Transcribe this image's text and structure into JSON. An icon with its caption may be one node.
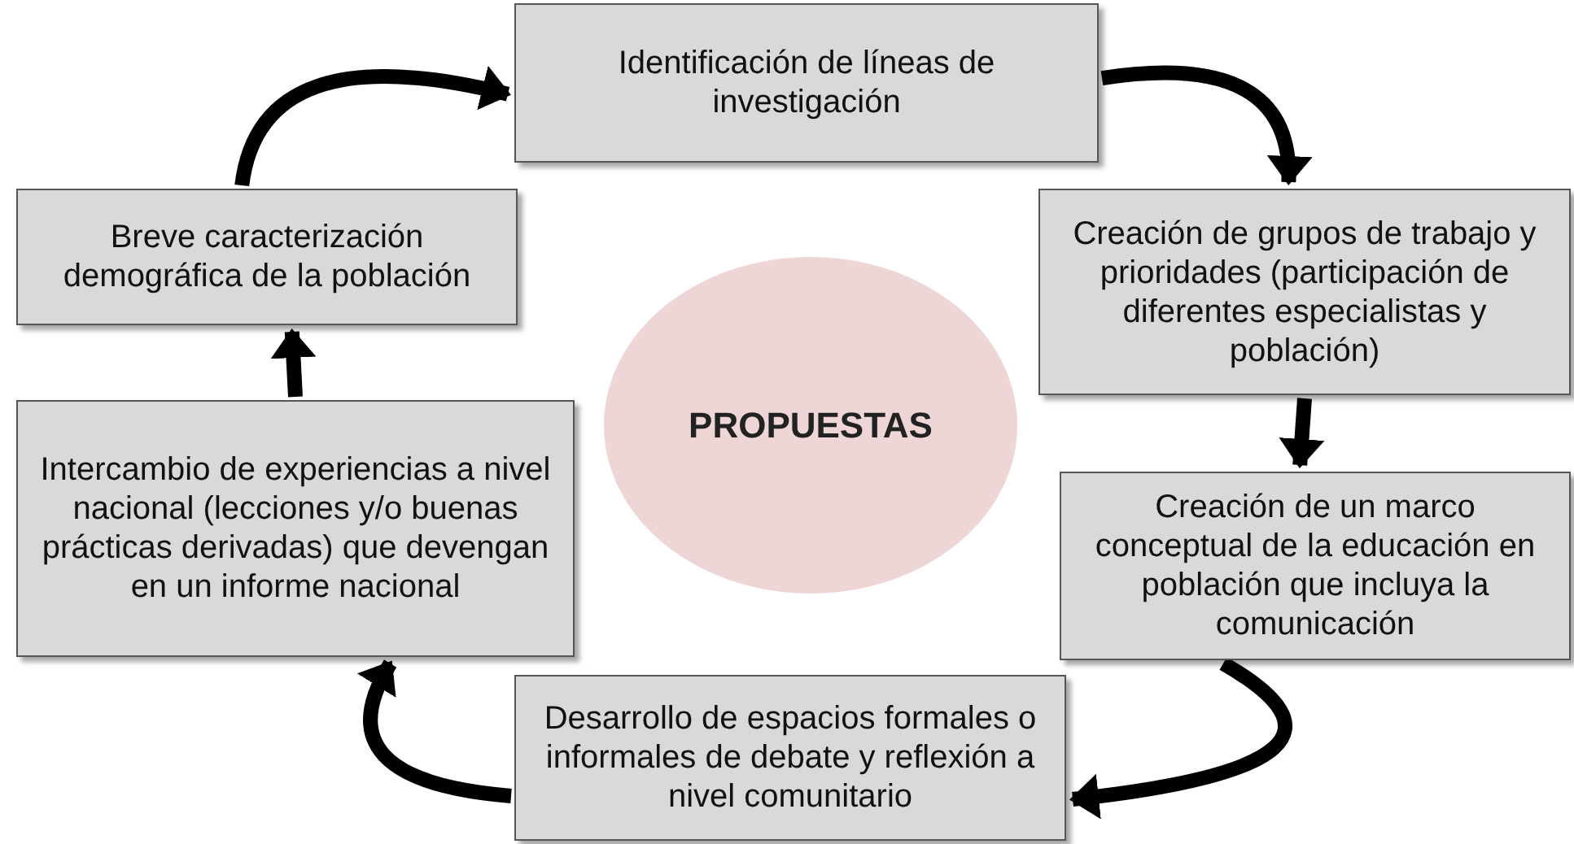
{
  "diagram": {
    "nodes": [
      {
        "text": [
          "Identificación de líneas de investigación"
        ]
      },
      {
        "text": [
          "Creación de grupos de trabajo y prioridades (participación de diferentes especialistas y población)"
        ]
      },
      {
        "text": [
          "Creación de un marco conceptual de la educación en población que incluya la comunicación"
        ]
      },
      {
        "text": [
          "Desarrollo de espacios formales o informales de debate y reflexión a nivel comunitario"
        ]
      },
      {
        "text": [
          "Intercambio de experiencias a nivel nacional (lecciones y/o buenas prácticas derivadas) que devengan en un informe nacional"
        ]
      },
      {
        "text": [
          "Breve caracterización demográfica de la población"
        ]
      },
      {
        "text": [
          "PROPUESTAS"
        ]
      }
    ],
    "edges": [
      {
        "from": 0,
        "to": 1,
        "arrow": "to"
      },
      {
        "from": 1,
        "to": 2,
        "arrow": "to"
      },
      {
        "from": 2,
        "to": 3,
        "arrow": "to"
      },
      {
        "from": 3,
        "to": 4,
        "arrow": "to"
      },
      {
        "from": 4,
        "to": 5,
        "arrow": "to"
      },
      {
        "from": 5,
        "to": 0,
        "arrow": "to"
      }
    ]
  }
}
